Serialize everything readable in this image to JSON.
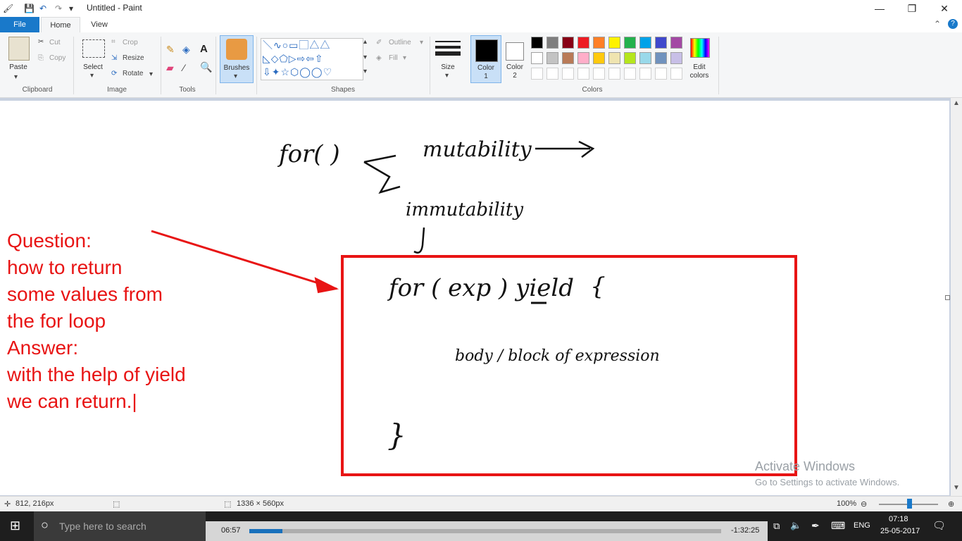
{
  "window": {
    "title": "Untitled - Paint",
    "controls": [
      "minimize",
      "restore",
      "close"
    ]
  },
  "tabs": [
    {
      "label": "File"
    },
    {
      "label": "Home"
    },
    {
      "label": "View"
    }
  ],
  "ribbon": {
    "clipboard": {
      "paste": "Paste",
      "cut": "Cut",
      "copy": "Copy",
      "group": "Clipboard"
    },
    "image": {
      "select": "Select",
      "crop": "Crop",
      "resize": "Resize",
      "rotate": "Rotate",
      "group": "Image"
    },
    "tools": {
      "group": "Tools"
    },
    "brushes": {
      "label": "Brushes"
    },
    "shapes": {
      "outline": "Outline",
      "fill": "Fill",
      "group": "Shapes"
    },
    "size": {
      "label": "Size"
    },
    "color1": {
      "label": "Color",
      "num": "1"
    },
    "color2": {
      "label": "Color",
      "num": "2"
    },
    "colors_group": "Colors",
    "edit_colors": {
      "line1": "Edit",
      "line2": "colors"
    },
    "palette_row1": [
      "#000000",
      "#7f7f7f",
      "#880015",
      "#ed1c24",
      "#ff7f27",
      "#fff200",
      "#22b14c",
      "#00a2e8",
      "#3f48cc",
      "#a349a4"
    ],
    "palette_row2": [
      "#ffffff",
      "#c3c3c3",
      "#b97a57",
      "#ffaec9",
      "#ffc90e",
      "#efe4b0",
      "#b5e61d",
      "#99d9ea",
      "#7092be",
      "#c8bfe7"
    ]
  },
  "canvas": {
    "handwriting": {
      "for_top": "for( )",
      "mutability": "mutability",
      "immutability": "immutability",
      "for_exp": "for ( exp ) yield",
      "brace_open": "{",
      "body": "body / block of expression",
      "brace_close": "}"
    },
    "annotation": [
      "Question:",
      "how to return",
      "some values from",
      "the for loop",
      "Answer:",
      "with the help of yield",
      "we can return.|"
    ],
    "accent_color": "#e81414"
  },
  "watermark": {
    "line1": "Activate Windows",
    "line2": "Go to Settings to activate Windows."
  },
  "statusbar": {
    "position": "812, 216px",
    "size": "1336 × 560px",
    "zoom": "100%"
  },
  "taskbar": {
    "search_placeholder": "Type here to search",
    "video_elapsed": "06:57",
    "video_remaining": "-1:32:25",
    "video_progress": 0.07,
    "language": "ENG",
    "time": "07:18",
    "date": "25-05-2017"
  }
}
